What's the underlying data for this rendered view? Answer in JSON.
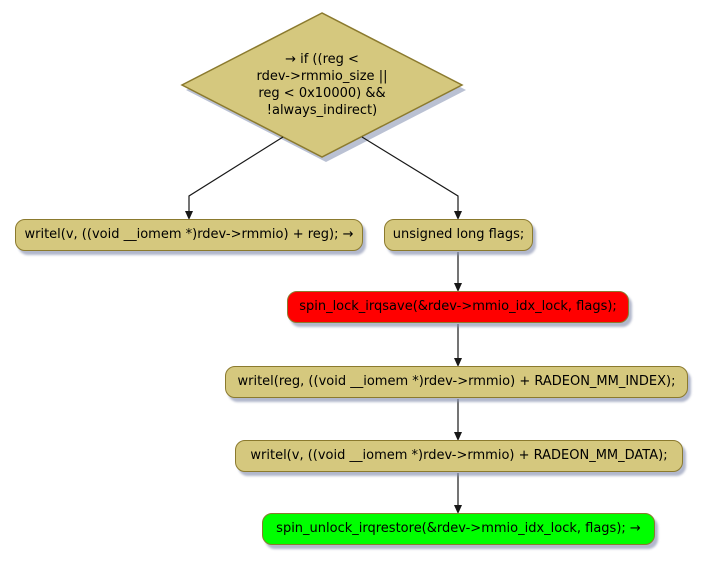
{
  "diagram": {
    "type": "flowchart",
    "background": "#FFFFFF",
    "colors": {
      "node_fill": "#D5C87E",
      "node_border": "#8B7A2E",
      "lock_fill": "#FF0000",
      "unlock_fill": "#00FF00",
      "shadow": "#A9B2C8",
      "arrow": "#181818",
      "text": "#000000"
    },
    "decision": {
      "label": "→ if ((reg < rdev->rmmio_size || reg < 0x10000) && !always_indirect)",
      "lines": [
        "→ if ((reg <",
        "rdev->rmmio_size ||",
        "reg < 0x10000) &&",
        "!always_indirect)"
      ]
    },
    "nodes": [
      {
        "id": "writel-direct",
        "label": "writel(v, ((void __iomem *)rdev->rmmio) + reg); →",
        "fill": "#D5C87E"
      },
      {
        "id": "flags-decl",
        "label": "unsigned long flags;",
        "fill": "#D5C87E"
      },
      {
        "id": "spin-lock",
        "label": "spin_lock_irqsave(&rdev->mmio_idx_lock, flags);",
        "fill": "#FF0000"
      },
      {
        "id": "writel-index",
        "label": "writel(reg, ((void __iomem *)rdev->rmmio) + RADEON_MM_INDEX);",
        "fill": "#D5C87E"
      },
      {
        "id": "writel-data",
        "label": "writel(v, ((void __iomem *)rdev->rmmio) + RADEON_MM_DATA);",
        "fill": "#D5C87E"
      },
      {
        "id": "spin-unlock",
        "label": "spin_unlock_irqrestore(&rdev->mmio_idx_lock, flags); →",
        "fill": "#00FF00"
      }
    ],
    "edges": [
      {
        "from": "decision",
        "to": "writel-direct"
      },
      {
        "from": "decision",
        "to": "flags-decl"
      },
      {
        "from": "flags-decl",
        "to": "spin-lock"
      },
      {
        "from": "spin-lock",
        "to": "writel-index"
      },
      {
        "from": "writel-index",
        "to": "writel-data"
      },
      {
        "from": "writel-data",
        "to": "spin-unlock"
      }
    ]
  }
}
